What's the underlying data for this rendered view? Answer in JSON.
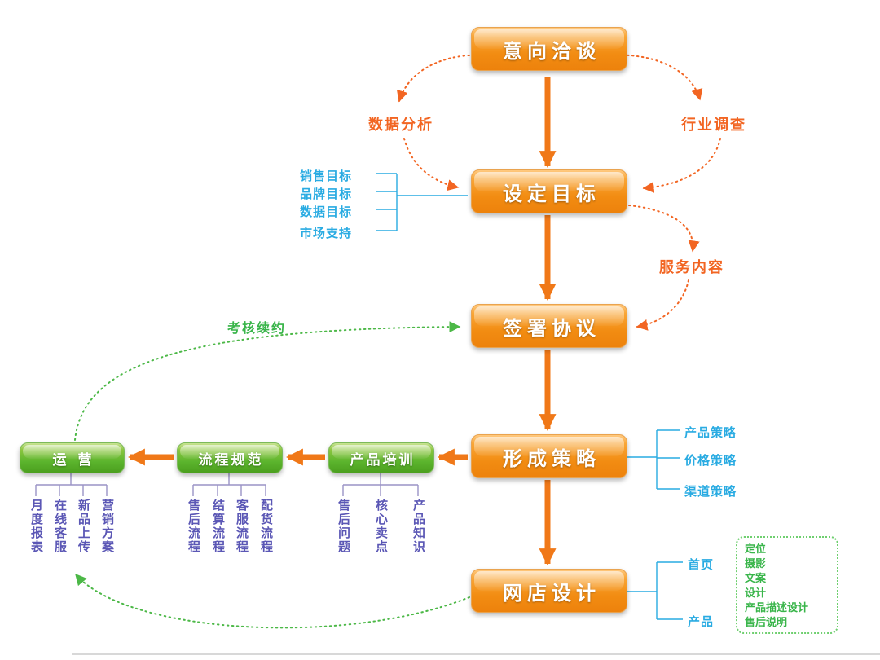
{
  "nodes": {
    "intent": "意向洽谈",
    "set_goal": "设定目标",
    "sign_agreement": "签署协议",
    "form_strategy": "形成策略",
    "shop_design": "网店设计",
    "product_training": "产品培训",
    "process_standard": "流程规范",
    "operation": "运营"
  },
  "labels": {
    "data_analysis": "数据分析",
    "industry_survey": "行业调查",
    "service_content": "服务内容",
    "assessment_renewal": "考核续约"
  },
  "goal_inputs": [
    "销售目标",
    "品牌目标",
    "数据目标",
    "市场支持"
  ],
  "strategy_outputs": [
    "产品策略",
    "价格策略",
    "渠道策略"
  ],
  "design_outputs": [
    "首页",
    "产品"
  ],
  "design_details": [
    "定位",
    "摄影",
    "文案",
    "设计",
    "产品描述设计",
    "售后说明"
  ],
  "operation_tasks": [
    "月度报表",
    "在线客服",
    "新品上传",
    "营销方案"
  ],
  "process_tasks": [
    "售后流程",
    "结算流程",
    "客服流程",
    "配货流程"
  ],
  "training_topics": [
    "售后问题",
    "核心卖点",
    "产品知识"
  ],
  "colors": {
    "node_orange": "#F7941D",
    "node_green": "#5CB52E",
    "text_blue": "#29ABE2",
    "text_orange": "#F26522",
    "text_green": "#39B54A",
    "text_purple": "#5B57B5",
    "arrow_orange": "#F07818",
    "arrow_green": "#4CB847"
  }
}
